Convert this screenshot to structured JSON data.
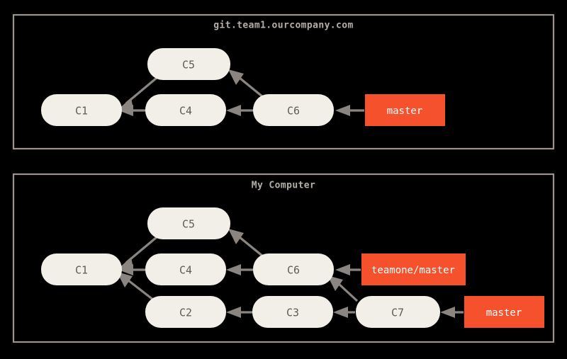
{
  "diagram": {
    "title_top": "git.team1.ourcompany.com",
    "title_bottom": "My Computer",
    "colors": {
      "background": "#000000",
      "panel_border": "#9b938c",
      "commit_fill": "#f1efe7",
      "commit_text": "#5f5b55",
      "branch_fill": "#f4512c",
      "branch_text": "#ffffff",
      "edge": "#8a8580",
      "title_text": "#b3aea8"
    }
  },
  "panels": [
    {
      "name": "remote-repository",
      "title": "git.team1.ourcompany.com",
      "commits": [
        {
          "id": "C1",
          "label": "C1"
        },
        {
          "id": "C4",
          "label": "C4"
        },
        {
          "id": "C5",
          "label": "C5"
        },
        {
          "id": "C6",
          "label": "C6"
        }
      ],
      "branches": [
        {
          "id": "master",
          "label": "master",
          "points_to": "C6"
        }
      ],
      "edges": [
        {
          "from": "C5",
          "to": "C1"
        },
        {
          "from": "C4",
          "to": "C1"
        },
        {
          "from": "C6",
          "to": "C4"
        },
        {
          "from": "C6",
          "to": "C5"
        },
        {
          "from": "master",
          "to": "C6"
        }
      ]
    },
    {
      "name": "local-repository",
      "title": "My Computer",
      "commits": [
        {
          "id": "C1",
          "label": "C1"
        },
        {
          "id": "C4",
          "label": "C4"
        },
        {
          "id": "C5",
          "label": "C5"
        },
        {
          "id": "C6",
          "label": "C6"
        },
        {
          "id": "C2",
          "label": "C2"
        },
        {
          "id": "C3",
          "label": "C3"
        },
        {
          "id": "C7",
          "label": "C7"
        }
      ],
      "branches": [
        {
          "id": "teamone-master",
          "label": "teamone/master",
          "points_to": "C6"
        },
        {
          "id": "master",
          "label": "master",
          "points_to": "C7"
        }
      ],
      "edges": [
        {
          "from": "C5",
          "to": "C1"
        },
        {
          "from": "C4",
          "to": "C1"
        },
        {
          "from": "C2",
          "to": "C1"
        },
        {
          "from": "C6",
          "to": "C4"
        },
        {
          "from": "C6",
          "to": "C5"
        },
        {
          "from": "C3",
          "to": "C2"
        },
        {
          "from": "C7",
          "to": "C3"
        },
        {
          "from": "C7",
          "to": "C6"
        },
        {
          "from": "teamone-master",
          "to": "C6"
        },
        {
          "from": "master",
          "to": "C7"
        }
      ]
    }
  ]
}
